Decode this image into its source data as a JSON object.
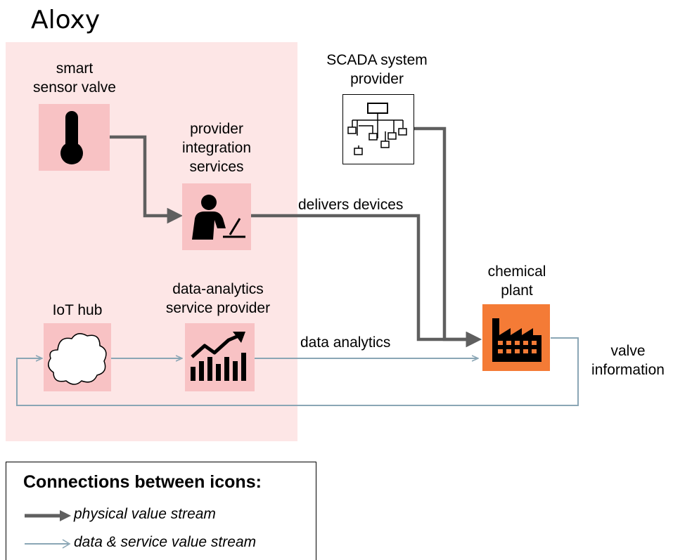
{
  "title": "Aloxy",
  "nodes": {
    "smart_sensor_valve": "smart\nsensor valve",
    "provider_integration": "provider\nintegration\nservices",
    "scada": "SCADA system\nprovider",
    "chemical_plant": "chemical\nplant",
    "iot_hub": "IoT hub",
    "data_analytics_provider": "data-analytics\nservice provider"
  },
  "edges": {
    "delivers_devices": "delivers devices",
    "data_analytics": "data analytics",
    "valve_information": "valve\ninformation"
  },
  "legend": {
    "title": "Connections between icons:",
    "physical": "physical value stream",
    "data_service": "data & service value stream"
  },
  "colors": {
    "physical_arrow": "#5f5f5f",
    "data_arrow": "#8aa6b5",
    "region": "#fde6e6",
    "icon_bg": "#f8c2c4",
    "plant_bg": "#f47b36"
  }
}
